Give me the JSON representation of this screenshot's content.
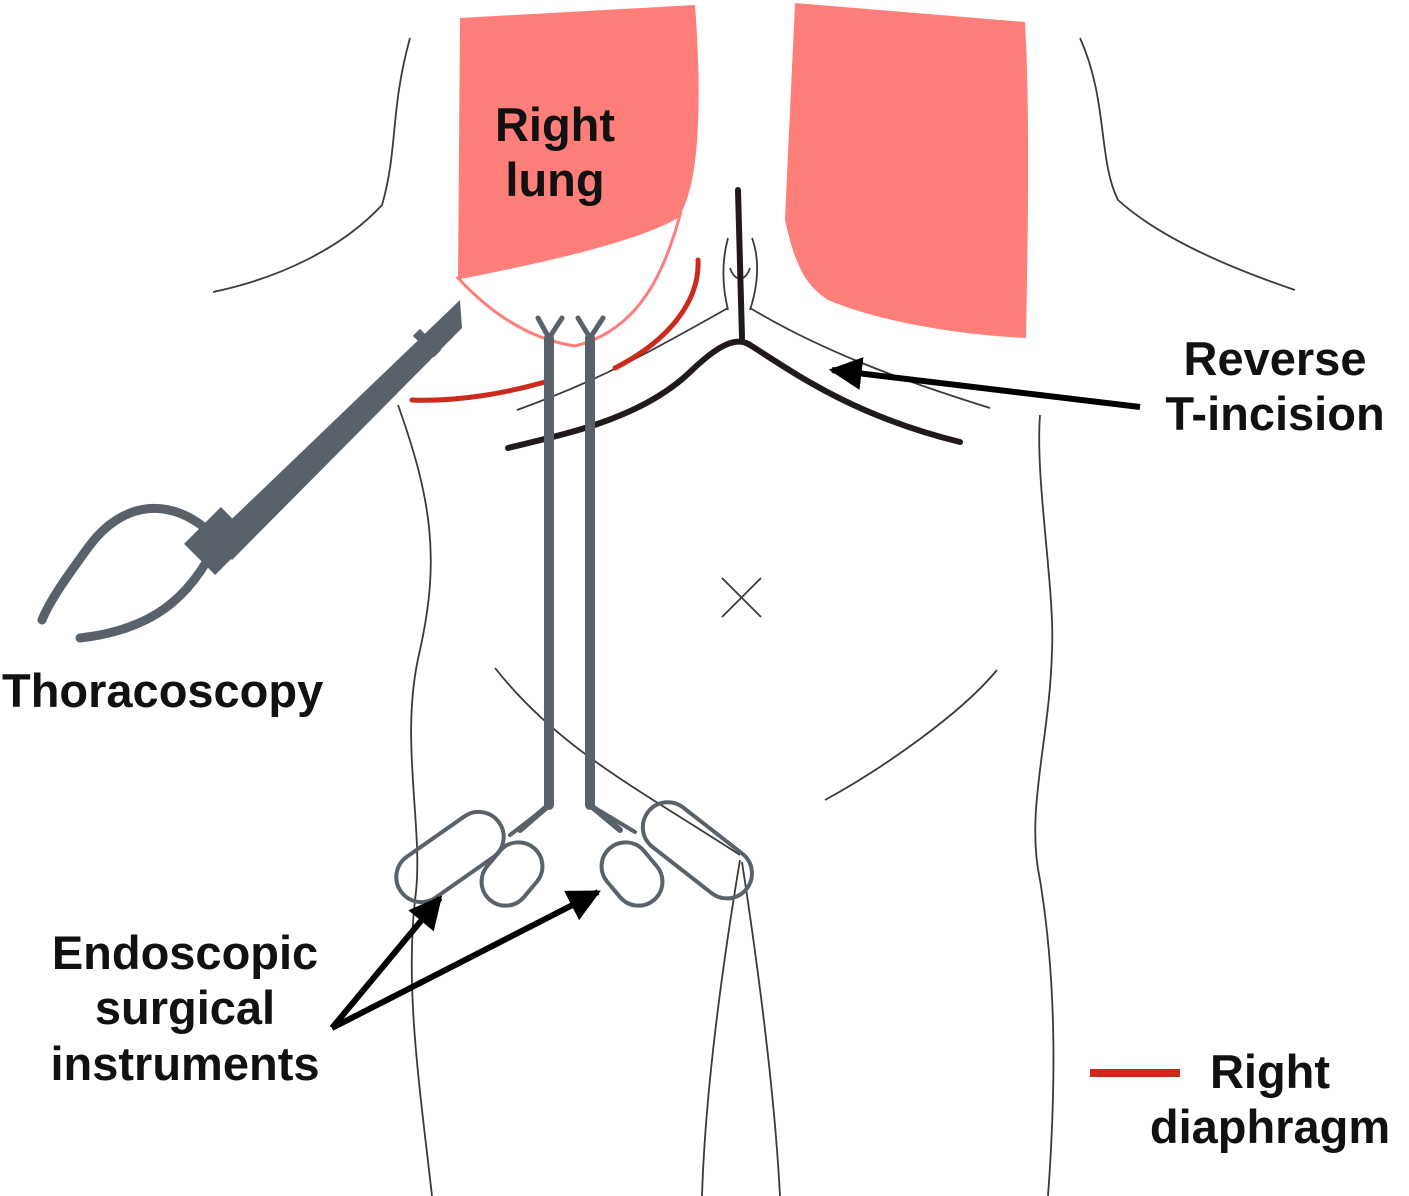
{
  "labels": {
    "right_lung_line1": "Right",
    "right_lung_line2": "lung",
    "reverse_t_line1": "Reverse",
    "reverse_t_line2": "T-incision",
    "thoracoscopy": "Thoracoscopy",
    "endoscopic_line1": "Endoscopic",
    "endoscopic_line2": "surgical",
    "endoscopic_line3": "instruments",
    "legend_line1": "Right",
    "legend_line2": "diaphragm"
  },
  "colors": {
    "lung": "#fe7e79",
    "diaphragm": "#cc2a1c",
    "incision": "#221a1a",
    "instrument": "#59626b",
    "outline": "#3a3a3a",
    "arrow": "#000000"
  },
  "legend": {
    "swatch": "red-line",
    "meaning": "Right diaphragm"
  }
}
